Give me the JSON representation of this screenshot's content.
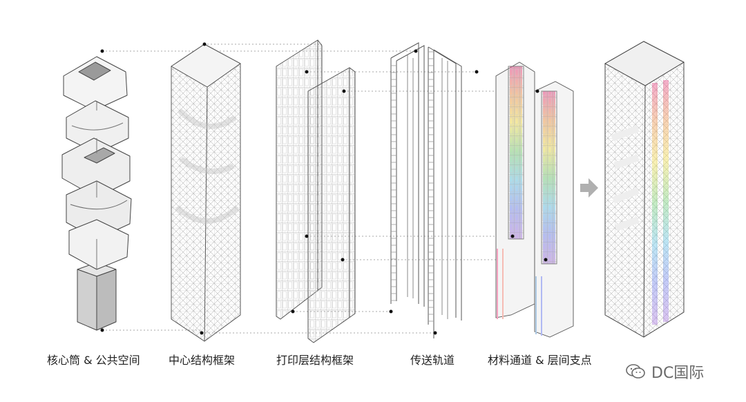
{
  "captions": [
    "核心筒 & 公共空间",
    "中心结构框架",
    "打印层结构框架",
    "传送轨道",
    "材料通道 & 层间支点"
  ],
  "watermark": {
    "text": "DC国际",
    "icon": "wechat-icon"
  },
  "colors": {
    "line": "#444444",
    "light_line": "#9a9a9a",
    "grid": "#b8b8b8",
    "fill_light": "#f2f2f2",
    "fill_mid": "#dcdcdc",
    "fill_dark": "#bdbdbd",
    "arrow": "#b0b0b0",
    "rainbow": [
      "#e84a8a",
      "#f0a05a",
      "#f2e05a",
      "#7fd47f",
      "#6fc7e8",
      "#7f8ff0",
      "#b07fe0"
    ]
  }
}
